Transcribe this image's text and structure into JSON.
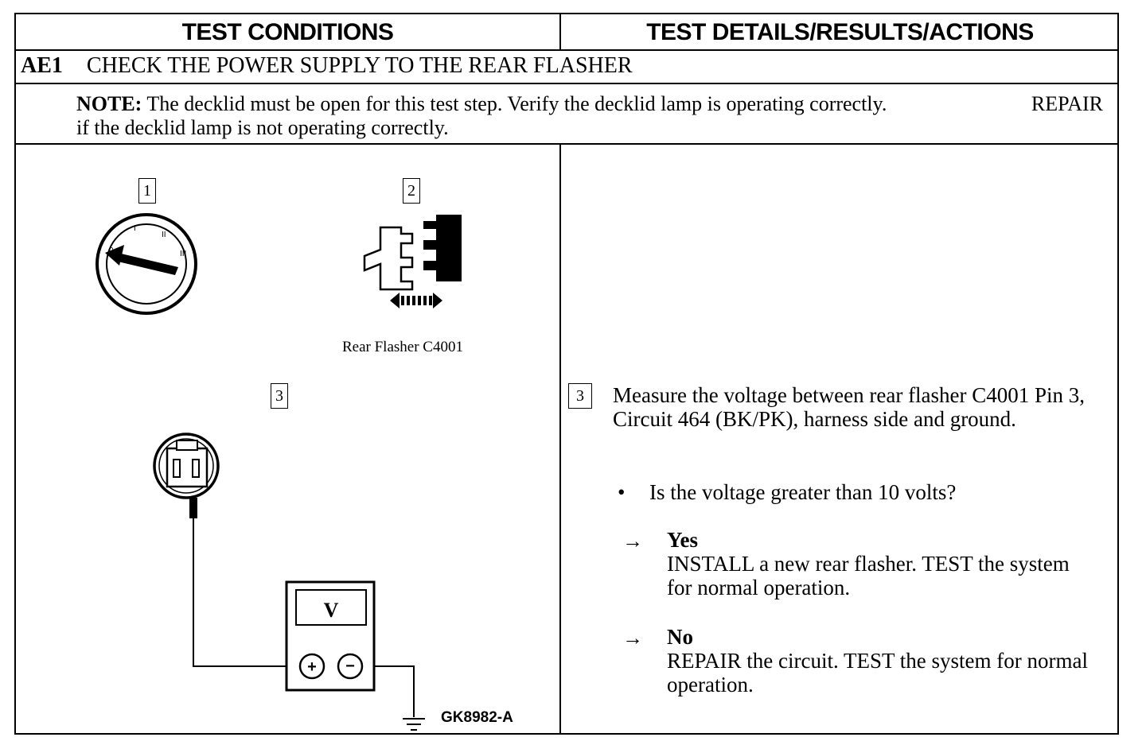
{
  "header": {
    "left": "TEST CONDITIONS",
    "right": "TEST DETAILS/RESULTS/ACTIONS"
  },
  "step": {
    "id": "AE1",
    "title": "CHECK THE POWER SUPPLY TO THE REAR FLASHER"
  },
  "note": {
    "label": "NOTE:",
    "line1": "The decklid must be open for this test step. Verify the decklid lamp is operating correctly.",
    "line1_tail": "REPAIR",
    "line2": "if the decklid lamp is not operating correctly."
  },
  "diagram": {
    "callouts": [
      "1",
      "2",
      "3"
    ],
    "switch_marks": [
      "0",
      "I",
      "II",
      "III"
    ],
    "connector_label": "Rear Flasher C4001",
    "meter_display": "V",
    "meter_plus": "+",
    "meter_minus": "−",
    "figure_id": "GK8982-A"
  },
  "details": {
    "callout": "3",
    "instruction": "Measure the voltage between rear flasher C4001 Pin 3, Circuit 464 (BK/PK), harness side and ground.",
    "bullet": "•",
    "question": "Is the voltage greater than 10 volts?",
    "arrow": "→",
    "yes_label": "Yes",
    "yes_text": "INSTALL a new rear flasher. TEST the system for normal operation.",
    "no_label": "No",
    "no_text": "REPAIR the circuit. TEST the system for normal operation."
  }
}
